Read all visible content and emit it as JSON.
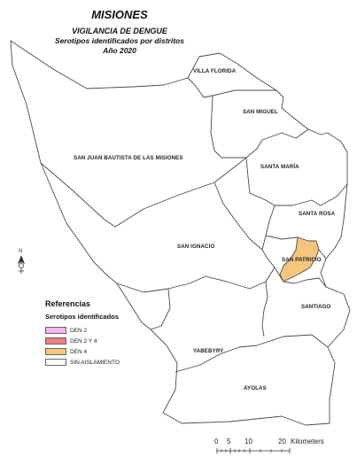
{
  "header": {
    "title": "MISIONES",
    "subtitle": "VIGILANCIA DE DENGUE",
    "line2": "Serotipos identificados por distritos",
    "line3": "Año 2020"
  },
  "districts": [
    {
      "id": "villa-florida",
      "name": "VILLA FLORIDA",
      "category": "SIN AISLAMIENTO"
    },
    {
      "id": "san-miguel",
      "name": "SAN MIGUEL",
      "category": "SIN AISLAMIENTO"
    },
    {
      "id": "san-juan-bautista",
      "name": "SAN JUAN BAUTISTA DE LAS MISIONES",
      "category": "SIN AISLAMIENTO"
    },
    {
      "id": "santa-maria",
      "name": "SANTA MARÍA",
      "category": "SIN AISLAMIENTO"
    },
    {
      "id": "santa-rosa",
      "name": "SANTA ROSA",
      "category": "SIN AISLAMIENTO"
    },
    {
      "id": "san-ignacio",
      "name": "SAN IGNACIO",
      "category": "SIN AISLAMIENTO"
    },
    {
      "id": "san-patricio",
      "name": "SAN PATRICIO",
      "category": "DEN 4"
    },
    {
      "id": "santiago",
      "name": "SANTIAGO",
      "category": "SIN AISLAMIENTO"
    },
    {
      "id": "yabebyry",
      "name": "YABEBYRY",
      "category": "SIN AISLAMIENTO"
    },
    {
      "id": "ayolas",
      "name": "AYOLAS",
      "category": "SIN AISLAMIENTO"
    }
  ],
  "legend": {
    "title": "Referencias",
    "subtitle": "Serotipos identificados",
    "items": [
      {
        "label": "DEN 2",
        "color": "#f7b3ee"
      },
      {
        "label": "DEN 2 Y 4",
        "color": "#f07b7f"
      },
      {
        "label": "DEN 4",
        "color": "#f4c57a"
      },
      {
        "label": "SIN AISLAMIENTO",
        "color": "#ffffff"
      }
    ]
  },
  "north_arrow": {
    "label": "N"
  },
  "scale_bar": {
    "ticks": [
      "0",
      "5",
      "10",
      "20"
    ],
    "unit": "Kilometers"
  },
  "colors": {
    "boundary": "#4a4a4a",
    "fill_default": "#ffffff",
    "highlight": "#f4c57a"
  }
}
